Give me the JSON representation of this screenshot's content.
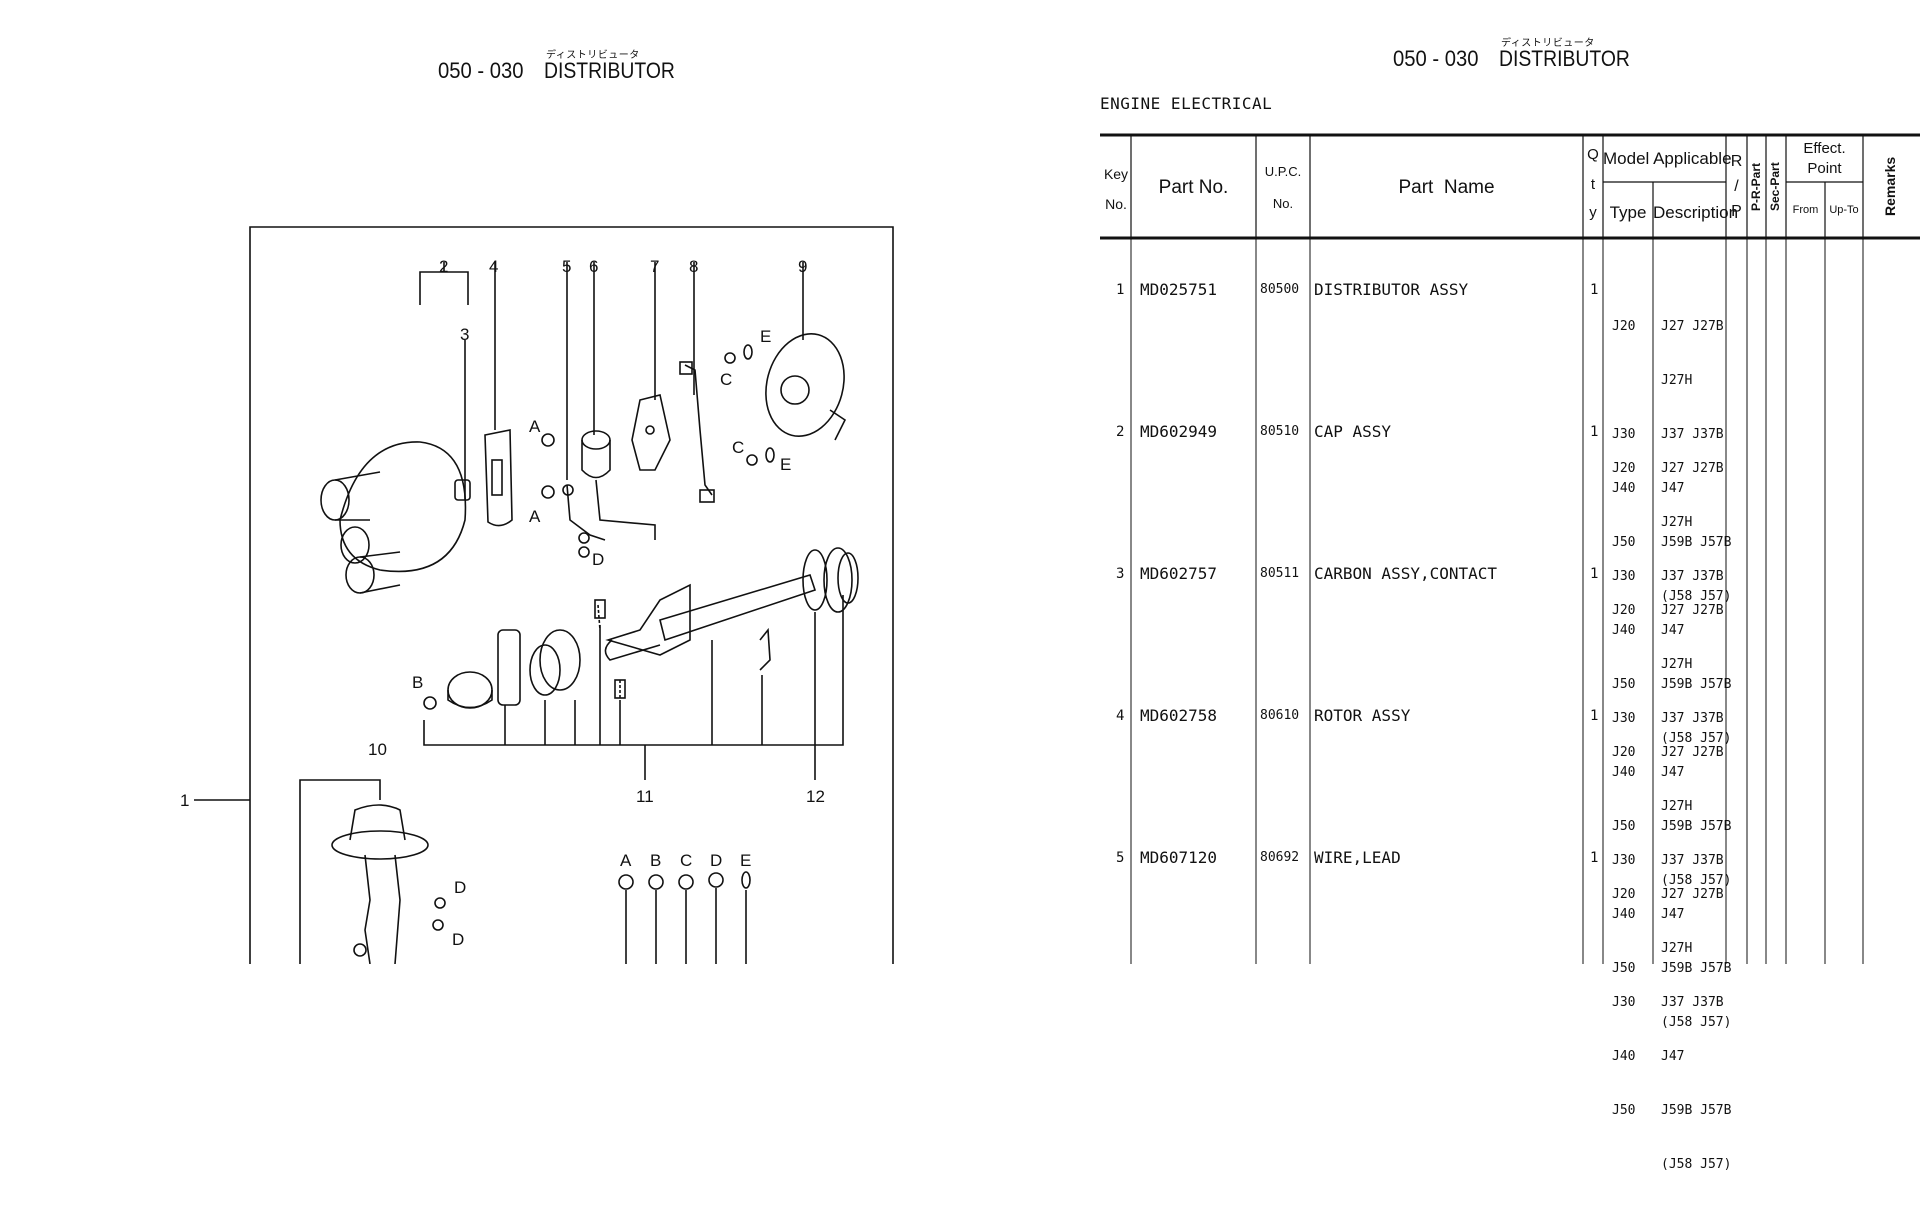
{
  "left_page": {
    "header": {
      "jp": "ディストリビュータ",
      "code": "050 - 030",
      "title": "DISTRIBUTOR"
    },
    "callouts": [
      "1",
      "2",
      "3",
      "4",
      "5",
      "6",
      "7",
      "8",
      "9",
      "10",
      "11",
      "12"
    ],
    "letters": [
      "A",
      "A",
      "B",
      "C",
      "C",
      "D",
      "D",
      "D",
      "E",
      "E"
    ],
    "legend": [
      "A",
      "B",
      "C",
      "D",
      "E"
    ]
  },
  "right_page": {
    "header": {
      "jp": "ディストリビュータ",
      "code": "050 - 030",
      "title": "DISTRIBUTOR"
    },
    "section": "ENGINE ELECTRICAL",
    "columns": {
      "key": [
        "Key",
        "No."
      ],
      "part_no": "Part No.",
      "upc": [
        "U.P.C.",
        "No."
      ],
      "part_name": "Part  Name",
      "qty": [
        "Q",
        "t",
        "y"
      ],
      "model_applicable": "Model Applicable",
      "type": "Type",
      "description": "Description",
      "rp": [
        "R",
        "/",
        "P"
      ],
      "pr_part": "P-R-Part",
      "sec_part": "Sec-Part",
      "effect_point": [
        "Effect.",
        "Point"
      ],
      "from": "From",
      "upto": "Up-To",
      "remarks": "Remarks"
    },
    "rows": [
      {
        "key": "1",
        "part_no": "MD025751",
        "upc": "80500",
        "name": "DISTRIBUTOR ASSY",
        "qty": "1",
        "types": [
          "J20",
          "",
          "J30",
          "J40",
          "J50",
          ""
        ],
        "desc": [
          "J27 J27B",
          "J27H",
          "J37 J37B",
          "J47",
          "J59B J57B",
          "(J58 J57)"
        ]
      },
      {
        "key": "2",
        "part_no": "MD602949",
        "upc": "80510",
        "name": "CAP ASSY",
        "qty": "1",
        "types": [
          "J20",
          "",
          "J30",
          "J40",
          "J50",
          ""
        ],
        "desc": [
          "J27 J27B",
          "J27H",
          "J37 J37B",
          "J47",
          "J59B J57B",
          "(J58 J57)"
        ]
      },
      {
        "key": "3",
        "part_no": "MD602757",
        "upc": "80511",
        "name": "CARBON ASSY,CONTACT",
        "qty": "1",
        "types": [
          "J20",
          "",
          "J30",
          "J40",
          "J50",
          ""
        ],
        "desc": [
          "J27 J27B",
          "J27H",
          "J37 J37B",
          "J47",
          "J59B J57B",
          "(J58 J57)"
        ]
      },
      {
        "key": "4",
        "part_no": "MD602758",
        "upc": "80610",
        "name": "ROTOR ASSY",
        "qty": "1",
        "types": [
          "J20",
          "",
          "J30",
          "J40",
          "J50",
          ""
        ],
        "desc": [
          "J27 J27B",
          "J27H",
          "J37 J37B",
          "J47",
          "J59B J57B",
          "(J58 J57)"
        ]
      },
      {
        "key": "5",
        "part_no": "MD607120",
        "upc": "80692",
        "name": "WIRE,LEAD",
        "qty": "1",
        "types": [
          "J20",
          "",
          "J30",
          "J40",
          "J50",
          ""
        ],
        "desc": [
          "J27 J27B",
          "J27H",
          "J37 J37B",
          "J47",
          "J59B J57B",
          "(J58 J57)"
        ]
      }
    ]
  }
}
